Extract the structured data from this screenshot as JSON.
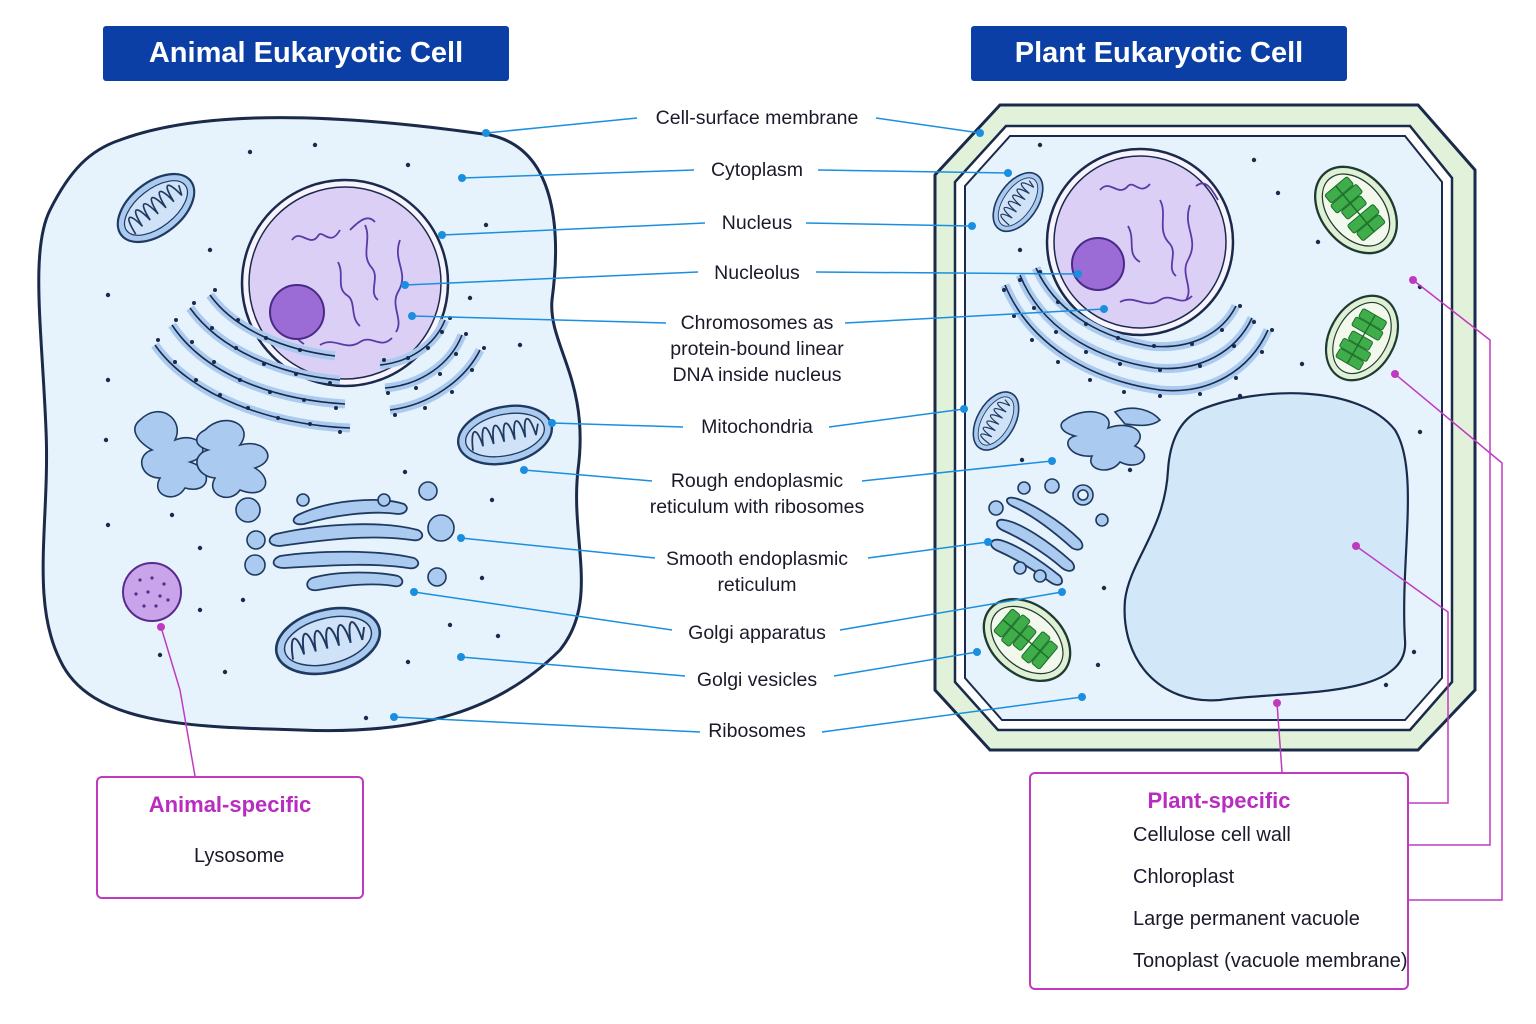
{
  "titles": {
    "animal": "Animal Eukaryotic Cell",
    "plant": "Plant Eukaryotic Cell"
  },
  "labels": {
    "cell_surface_membrane": "Cell-surface membrane",
    "cytoplasm": "Cytoplasm",
    "nucleus": "Nucleus",
    "nucleolus": "Nucleolus",
    "chromosomes_1": "Chromosomes as",
    "chromosomes_2": "protein-bound linear",
    "chromosomes_3": "DNA inside nucleus",
    "mitochondria": "Mitochondria",
    "rer_1": "Rough endoplasmic",
    "rer_2": "reticulum with ribosomes",
    "ser_1": "Smooth endoplasmic",
    "ser_2": "reticulum",
    "golgi_apparatus": "Golgi apparatus",
    "golgi_vesicles": "Golgi vesicles",
    "ribosomes": "Ribosomes"
  },
  "animal_specific": {
    "title": "Animal-specific",
    "items": [
      "Lysosome"
    ]
  },
  "plant_specific": {
    "title": "Plant-specific",
    "items": [
      "Cellulose cell wall",
      "Chloroplast",
      "Large permanent vacuole",
      "Tonoplast (vacuole membrane)"
    ]
  },
  "colors": {
    "title_bg": "#0b3fa5",
    "leader": "#1a8fe0",
    "accent": "#c03ac0",
    "cytoplasm": "#e6f2fc",
    "nucleus": "#dccff5",
    "nucleolus": "#9b6cd6",
    "organelle": "#aacaf0",
    "chloroplast": "#3fae4a",
    "cell_wall": "#e2f2da",
    "vacuole": "#d2e8f8"
  }
}
